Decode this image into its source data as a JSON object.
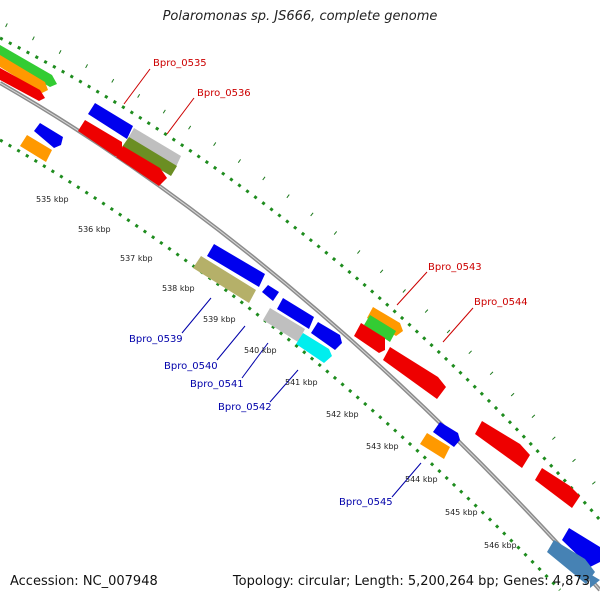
{
  "title": "Polaromonas sp. JS666, complete genome",
  "footer": {
    "accession": "Accession: NC_007948",
    "summary": "Topology: circular; Length: 5,200,264 bp; Genes: 4,873"
  },
  "colors": {
    "strand_label_forward": "#cc0000",
    "strand_label_reverse": "#0000aa",
    "backbone": "#8c8c8c",
    "tick_marks": "#228b22"
  },
  "ticks": [
    "535 kbp",
    "536 kbp",
    "537 kbp",
    "538 kbp",
    "539 kbp",
    "540 kbp",
    "541 kbp",
    "542 kbp",
    "543 kbp",
    "544 kbp",
    "545 kbp",
    "546 kbp"
  ],
  "gene_labels": {
    "bpro_0535": "Bpro_0535",
    "bpro_0536": "Bpro_0536",
    "bpro_0539": "Bpro_0539",
    "bpro_0540": "Bpro_0540",
    "bpro_0541": "Bpro_0541",
    "bpro_0542": "Bpro_0542",
    "bpro_0543": "Bpro_0543",
    "bpro_0544": "Bpro_0544",
    "bpro_0545": "Bpro_0545"
  }
}
